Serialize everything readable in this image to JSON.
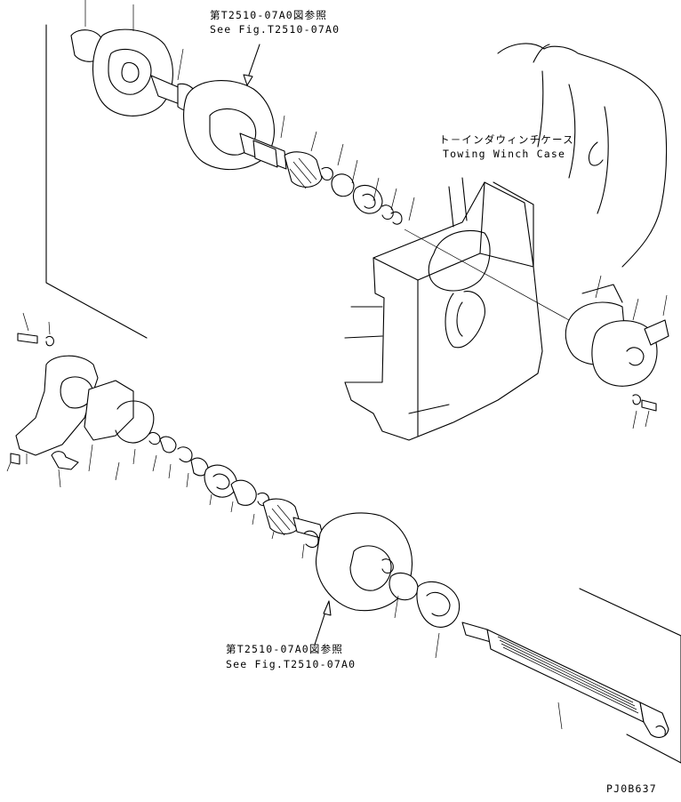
{
  "references": {
    "upper": {
      "jp": "第T2510-07A0図参照",
      "en": "See Fig.T2510-07A0"
    },
    "lower": {
      "jp": "第T2510-07A0図参照",
      "en": "See Fig.T2510-07A0"
    }
  },
  "case_label": {
    "jp": "ト－インダウィンチケース",
    "en": "Towing Winch Case"
  },
  "figure_code": "PJ0B637",
  "icons": [
    "exploded-view-drawing",
    "reference-arrow"
  ]
}
